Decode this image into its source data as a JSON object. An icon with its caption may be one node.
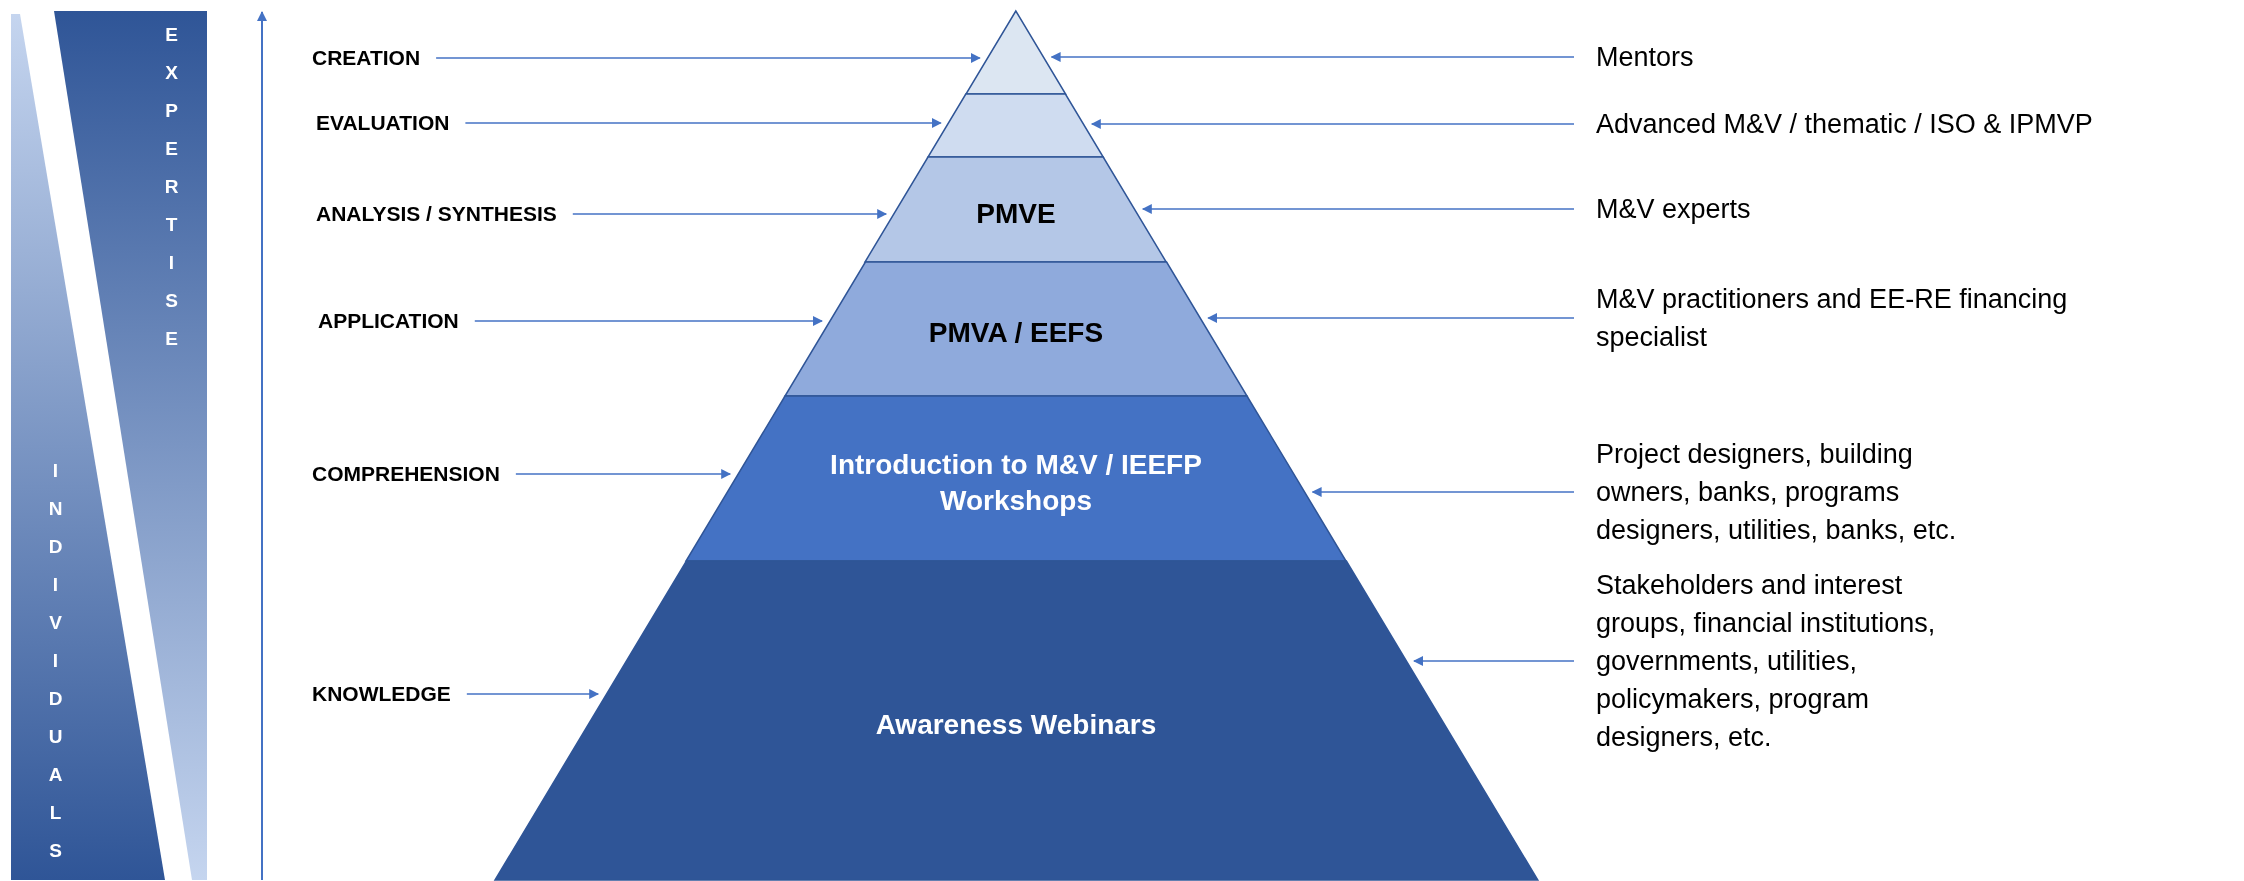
{
  "diagram": {
    "nodes": [
      {
        "text": [
          "INDIVIDUALS"
        ]
      },
      {
        "text": [
          "EXPERTISE"
        ]
      },
      {
        "text": [],
        "shape": "triangle"
      },
      {
        "text": [],
        "shape": "band"
      },
      {
        "text": [
          "PMVE"
        ]
      },
      {
        "text": [
          "PMVA / EEFS"
        ]
      },
      {
        "text": [
          "Introduction to M&V / IEEFP Workshops"
        ]
      },
      {
        "text": [
          "Awareness Webinars"
        ]
      },
      {
        "text": [
          "CREATION"
        ]
      },
      {
        "text": [
          "EVALUATION"
        ]
      },
      {
        "text": [
          "ANALYSIS / SYNTHESIS"
        ]
      },
      {
        "text": [
          "APPLICATION"
        ]
      },
      {
        "text": [
          "COMPREHENSION"
        ]
      },
      {
        "text": [
          "KNOWLEDGE"
        ]
      },
      {
        "text": [
          "Mentors"
        ]
      },
      {
        "text": [
          "Advanced M&V / thematic / ISO & IPMVP"
        ]
      },
      {
        "text": [
          "M&V experts"
        ]
      },
      {
        "text": [
          "M&V practitioners and EE-RE financing specialist"
        ]
      },
      {
        "text": [
          "Project designers, building owners, banks, programs designers, utilities, banks, etc."
        ]
      },
      {
        "text": [
          "Stakeholders and interest groups, financial institutions, governments, utilities, policymakers, program designers, etc."
        ]
      }
    ],
    "edges": [
      {
        "from": 8,
        "to": 2,
        "arrow": "to"
      },
      {
        "from": 14,
        "to": 2,
        "arrow": "to"
      },
      {
        "from": 9,
        "to": 3,
        "arrow": "to"
      },
      {
        "from": 15,
        "to": 3,
        "arrow": "to"
      },
      {
        "from": 10,
        "to": 4,
        "arrow": "to"
      },
      {
        "from": 16,
        "to": 4,
        "arrow": "to"
      },
      {
        "from": 11,
        "to": 5,
        "arrow": "to"
      },
      {
        "from": 17,
        "to": 5,
        "arrow": "to"
      },
      {
        "from": 12,
        "to": 6,
        "arrow": "to"
      },
      {
        "from": 18,
        "to": 6,
        "arrow": "to"
      },
      {
        "from": 13,
        "to": 7,
        "arrow": "to"
      },
      {
        "from": 19,
        "to": 7,
        "arrow": "to"
      }
    ]
  }
}
